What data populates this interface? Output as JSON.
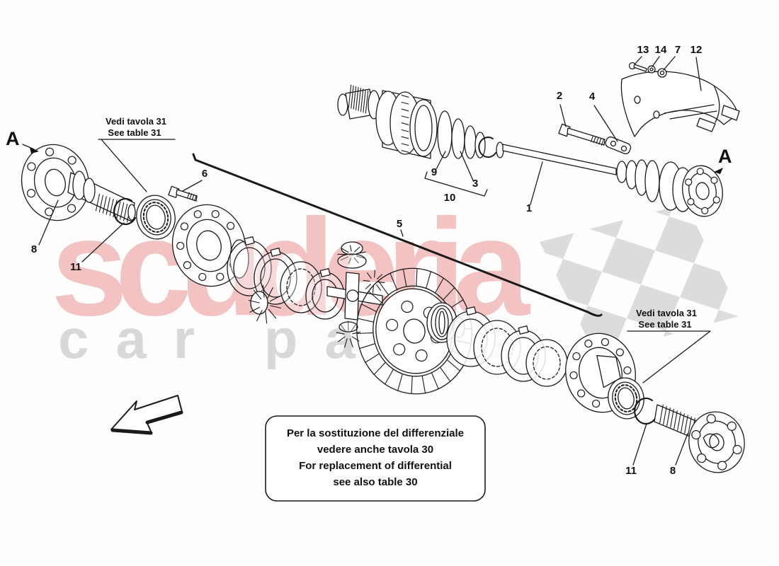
{
  "watermark": {
    "brand": "scuderia",
    "tagline": "car parts",
    "brand_color": "#f3c2c2",
    "tagline_color": "#d8d8d8",
    "checker_color": "#dcdcdc"
  },
  "section_label": "A",
  "notes": {
    "see_table": {
      "line1": "Vedi tavola 31",
      "line2": "See table 31"
    },
    "replacement": {
      "line1": "Per la sostituzione del differenziale",
      "line2": "vedere anche tavola 30",
      "line3": "For replacement of differential",
      "line4": "see  also table 30"
    }
  },
  "callouts": {
    "c1": "1",
    "c2": "2",
    "c3": "3",
    "c4": "4",
    "c5": "5",
    "c6": "6",
    "c7": "7",
    "c8": "8",
    "c9": "9",
    "c10": "10",
    "c11": "11",
    "c12": "12",
    "c13": "13",
    "c14": "14"
  }
}
